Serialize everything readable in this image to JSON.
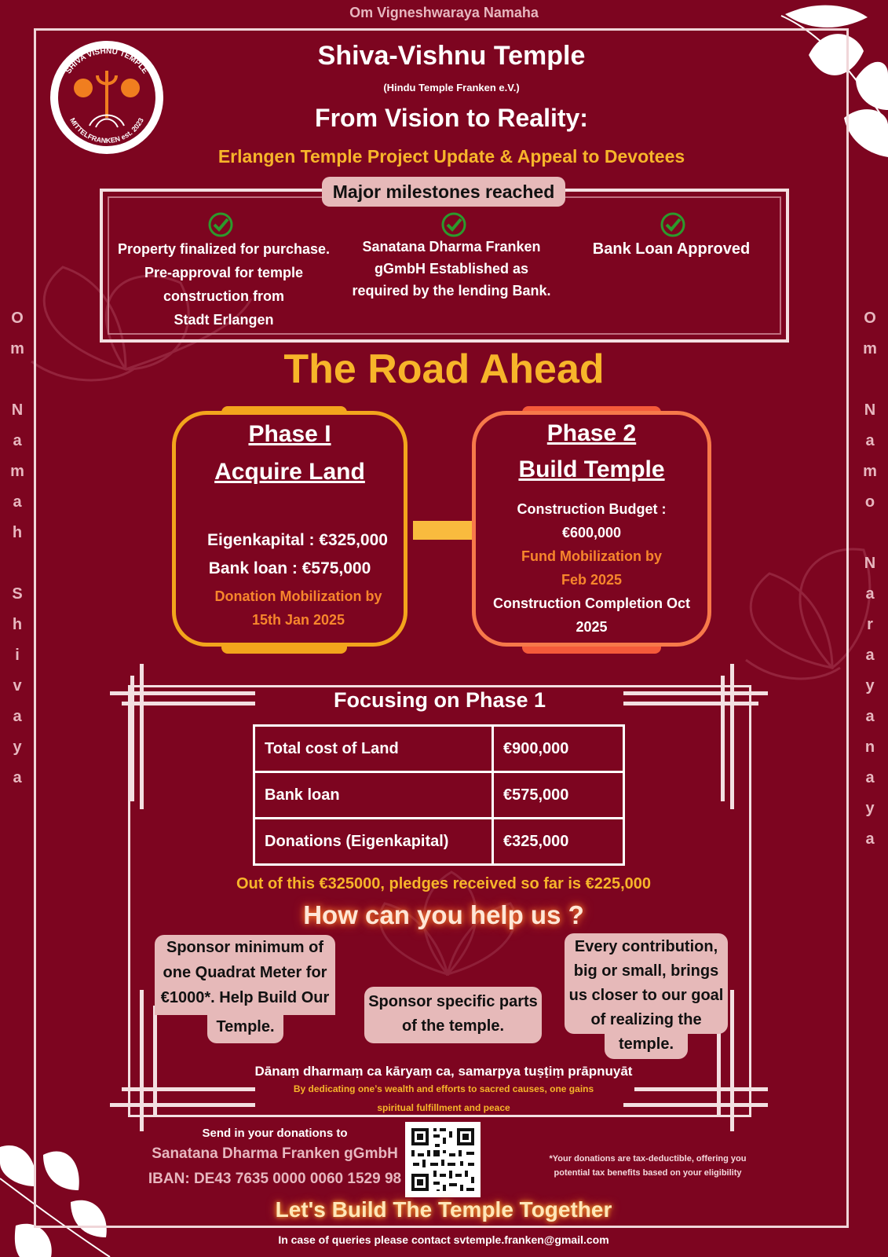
{
  "header": {
    "invocation": "Om Vigneshwaraya Namaha",
    "temple_name": "Shiva-Vishnu Temple",
    "association": "(Hindu Temple Franken e.V.)",
    "headline": "From Vision to Reality:",
    "subheadline": "Erlangen Temple Project Update & Appeal to Devotees"
  },
  "logo": {
    "top_text": "SHIVA VISHNU TEMPLE",
    "bottom_text": "MITTELFRANKEN est. 2023"
  },
  "milestones": {
    "label": "Major milestones reached",
    "items": [
      {
        "lines": [
          "Property finalized for purchase.",
          "Pre-approval for temple",
          "construction from",
          "Stadt Erlangen"
        ]
      },
      {
        "lines": [
          "Sanatana Dharma Franken",
          "gGmbH Established as",
          "required by the lending Bank."
        ]
      },
      {
        "lines": [
          "Bank Loan Approved"
        ]
      }
    ]
  },
  "road_ahead": {
    "title": "The Road Ahead",
    "phase1": {
      "title": "Phase I",
      "subtitle": "Acquire Land",
      "equity": "Eigenkapital : €325,000",
      "loan": "Bank loan :  €575,000",
      "mobilization_1": "Donation Mobilization by",
      "mobilization_2": "15th Jan 2025"
    },
    "phase2": {
      "title": "Phase 2",
      "subtitle": "Build Temple",
      "budget_1": "Construction Budget :",
      "budget_2": "€600,000",
      "fund_1": "Fund Mobilization by",
      "fund_2": "Feb 2025",
      "completion_1": "Construction Completion Oct",
      "completion_2": "2025"
    }
  },
  "focus": {
    "title": "Focusing on Phase 1",
    "rows": [
      {
        "label": "Total cost of Land",
        "value": "€900,000"
      },
      {
        "label": "Bank loan",
        "value": "€575,000"
      },
      {
        "label": "Donations (Eigenkapital)",
        "value": "€325,000"
      }
    ],
    "pledges": "Out of this €325000, pledges received so far is €225,000"
  },
  "help": {
    "title": "How can you help us ?",
    "options": [
      {
        "lines": [
          "Sponsor minimum of",
          "one Quadrat Meter for",
          "€1000*. Help Build Our",
          "Temple."
        ]
      },
      {
        "lines": [
          "Sponsor specific parts",
          "of the temple."
        ]
      },
      {
        "lines": [
          "Every contribution,",
          "big or small, brings",
          "us closer to our goal",
          "of realizing the",
          "temple."
        ]
      }
    ],
    "sanskrit": "Dānaṃ dharmaṃ ca kāryaṃ ca, samarpya tuṣṭiṃ prāpnuyāt",
    "meaning_1": "By dedicating one’s wealth and efforts to sacred causes, one gains",
    "meaning_2": "spiritual fulfillment and peace"
  },
  "donation": {
    "label": "Send in your donations to",
    "organization": "Sanatana Dharma Franken gGmbH",
    "iban": "IBAN: DE43 7635 0000 0060 1529 98",
    "tax_note_1": "*Your donations are tax-deductible, offering you",
    "tax_note_2": "potential tax benefits based on your eligibility"
  },
  "footer": {
    "cta": "Let's Build The Temple Together",
    "contact": "In case of queries please contact svtemple.franken@gmail.com"
  },
  "side_text": {
    "left": [
      "O",
      "m",
      "",
      "N",
      "a",
      "m",
      "a",
      "h",
      "",
      "S",
      "h",
      "i",
      "v",
      "a",
      "y",
      "a"
    ],
    "right": [
      "O",
      "m",
      "",
      "N",
      "a",
      "m",
      "o",
      "",
      "N",
      "a",
      "r",
      "a",
      "y",
      "a",
      "n",
      "a",
      "y",
      "a"
    ]
  },
  "icons": [
    "check-circle-icon",
    "leaf-icon",
    "lotus-icon",
    "qr-code-icon",
    "trident-icon",
    "conch-icon"
  ],
  "colors": {
    "background": "#7d0520",
    "gold": "#f7b52a",
    "orange": "#f7862c",
    "pill": "#e6b9b9",
    "check_green": "#2c9a2c"
  }
}
